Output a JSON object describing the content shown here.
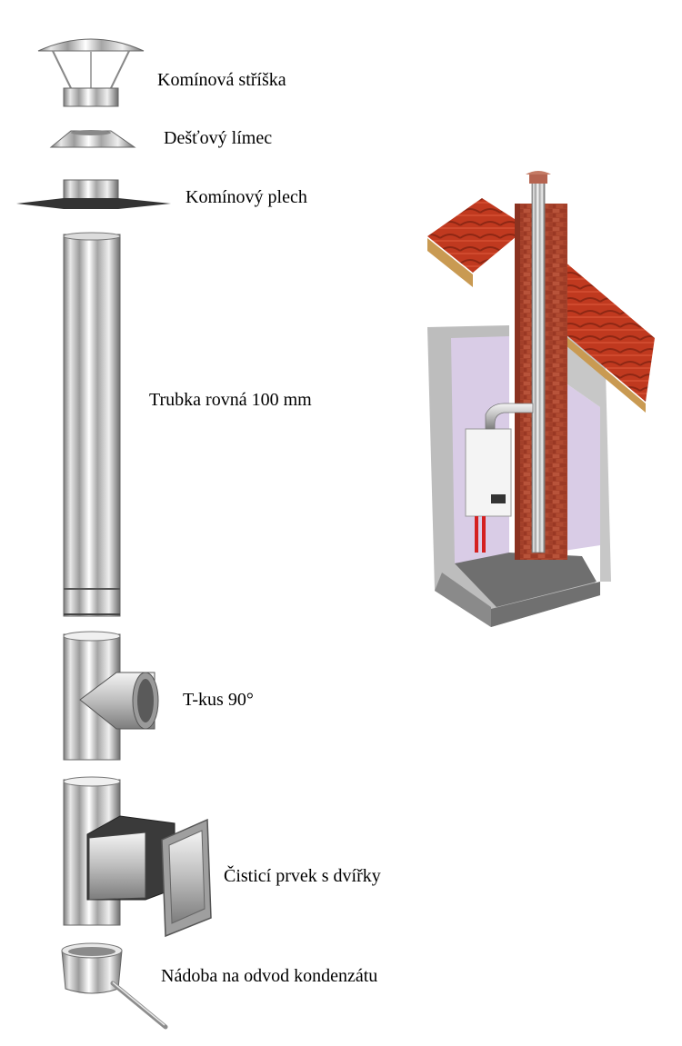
{
  "parts": [
    {
      "id": "cap",
      "label": "Komínová stříška",
      "icon": "chimney-cap-icon"
    },
    {
      "id": "collar",
      "label": "Dešťový límec",
      "icon": "rain-collar-icon"
    },
    {
      "id": "plate",
      "label": "Komínový plech",
      "icon": "chimney-plate-icon"
    },
    {
      "id": "pipe",
      "label": "Trubka rovná 100 mm",
      "icon": "straight-pipe-icon"
    },
    {
      "id": "tee",
      "label": "T-kus 90°",
      "icon": "tee-piece-icon"
    },
    {
      "id": "cleanout",
      "label": "Čisticí prvek s dvířky",
      "icon": "cleanout-door-icon"
    },
    {
      "id": "drain",
      "label": "Nádoba na odvod kondenzátu",
      "icon": "condensate-cup-icon"
    }
  ],
  "colors": {
    "steel_light": "#f2f2f2",
    "steel_mid": "#b9b9b9",
    "steel_dark": "#6e6e6e",
    "brick": "#a8432c",
    "roof_tile": "#c0391f",
    "wall_violet": "#d9cce6",
    "concrete": "#8a8a8a"
  }
}
